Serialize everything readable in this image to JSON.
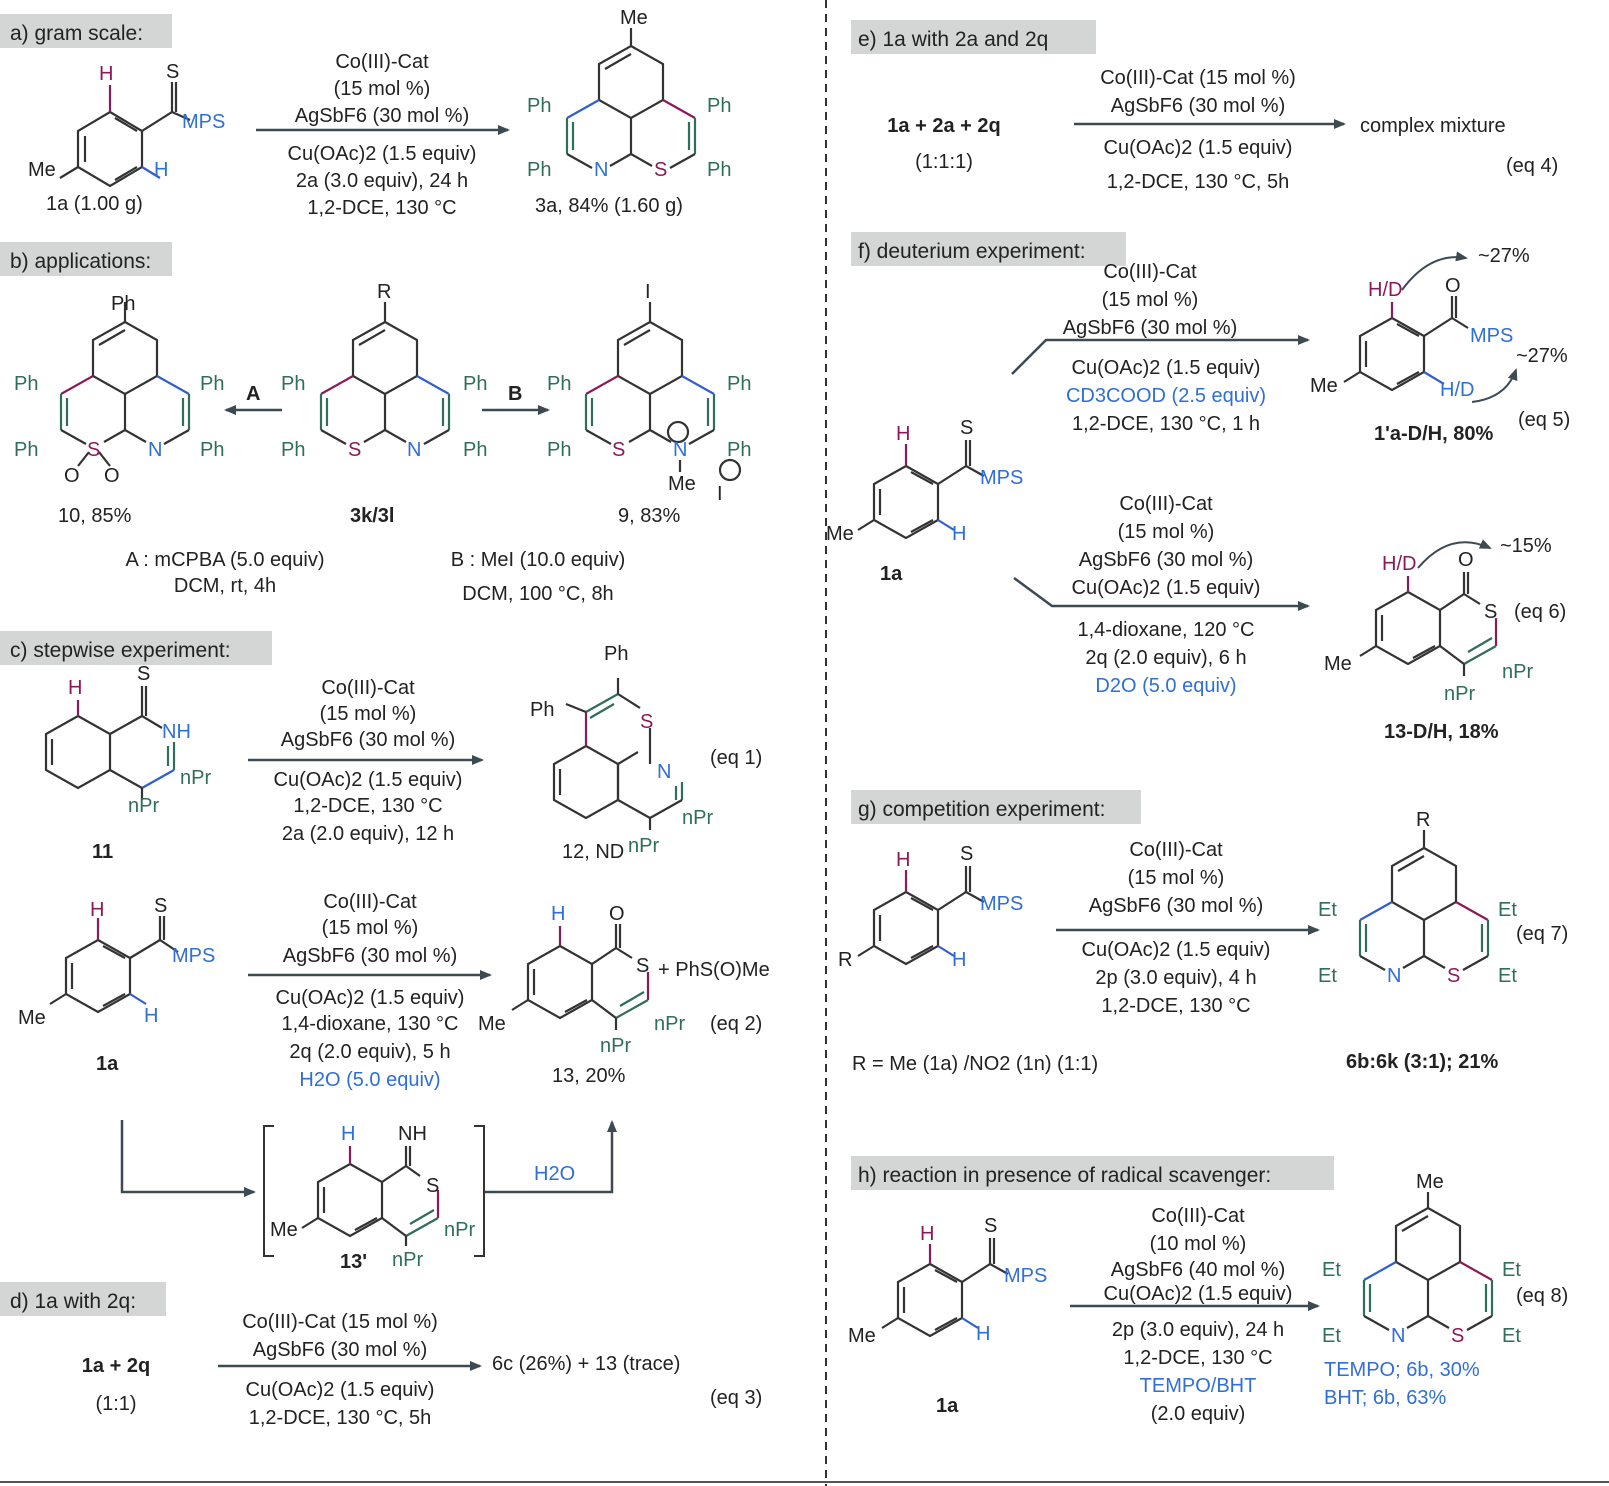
{
  "colors": {
    "bond": "#333333",
    "magenta": "#8b1a5a",
    "blue": "#2f5fcf",
    "teal": "#2e6e5a",
    "banner": "#d3d6d4",
    "arrow": "#3c4a52"
  },
  "panels": {
    "a": {
      "title": "a) gram scale:",
      "cond": [
        "Co(III)-Cat",
        "(15 mol %)",
        "AgSbF6 (30 mol %)",
        "Cu(OAc)2 (1.5 equiv)",
        "2a (3.0 equiv), 24 h",
        "1,2-DCE, 130 °C"
      ],
      "sm_label": "1a (1.00 g)",
      "product_label": "3a, 84% (1.60 g)"
    },
    "b": {
      "title": "b) applications:",
      "center_label": "3k/3l",
      "left_label": "10, 85%",
      "right_label": "9, 83%",
      "arrow_a": "A",
      "arrow_b": "B",
      "cond_a": [
        "A : mCPBA (5.0 equiv)",
        "DCM, rt, 4h"
      ],
      "cond_b": [
        "B : MeI (10.0 equiv)",
        "DCM, 100 °C, 8h"
      ]
    },
    "c": {
      "title": "c) stepwise experiment:",
      "cond1": [
        "Co(III)-Cat",
        "(15 mol %)",
        "AgSbF6 (30 mol %)",
        "Cu(OAc)2 (1.5 equiv)",
        "1,2-DCE, 130 °C",
        "2a (2.0 equiv), 12 h"
      ],
      "sm1": "11",
      "prod1": "12, ND",
      "eq1": "(eq 1)",
      "cond2": [
        "Co(III)-Cat",
        "(15 mol %)",
        "AgSbF6 (30 mol %)",
        "Cu(OAc)2 (1.5 equiv)",
        "1,4-dioxane, 130 °C",
        "2q (2.0 equiv), 5 h",
        "H2O (5.0 equiv)"
      ],
      "sm2": "1a",
      "prod2": "13, 20%",
      "byproduct": "+ PhS(O)Me",
      "eq2": "(eq 2)",
      "intermediate": "13'",
      "water": "H2O"
    },
    "d": {
      "title": "d) 1a with 2q:",
      "reactants": "1a + 2q",
      "ratio": "(1:1)",
      "cond": [
        "Co(III)-Cat (15 mol %)",
        "AgSbF6 (30 mol %)",
        "Cu(OAc)2 (1.5 equiv)",
        "1,2-DCE, 130 °C, 5h"
      ],
      "result": "6c (26%) + 13 (trace)",
      "eq": "(eq 3)"
    },
    "e": {
      "title": "e) 1a with 2a and 2q",
      "reactants": "1a + 2a + 2q",
      "ratio": "(1:1:1)",
      "cond": [
        "Co(III)-Cat (15 mol %)",
        "AgSbF6 (30 mol %)",
        "Cu(OAc)2 (1.5 equiv)",
        "1,2-DCE, 130 °C, 5h"
      ],
      "result": "complex mixture",
      "eq": "(eq 4)"
    },
    "f": {
      "title": "f) deuterium experiment:",
      "sm": "1a",
      "cond5": [
        "Co(III)-Cat",
        "(15 mol %)",
        "AgSbF6 (30 mol %)",
        "Cu(OAc)2 (1.5 equiv)",
        "CD3COOD (2.5 equiv)",
        "1,2-DCE, 130 °C, 1 h"
      ],
      "prod5": "1'a-D/H, 80%",
      "pct5a": "~27%",
      "pct5b": "~27%",
      "eq5": "(eq 5)",
      "cond6": [
        "Co(III)-Cat",
        "(15 mol %)",
        "AgSbF6 (30 mol %)",
        "Cu(OAc)2 (1.5 equiv)",
        "1,4-dioxane, 120 °C",
        "2q (2.0 equiv), 6 h",
        "D2O (5.0 equiv)"
      ],
      "prod6": "13-D/H, 18%",
      "pct6": "~15%",
      "eq6": "(eq 6)"
    },
    "g": {
      "title": "g) competition experiment:",
      "cond": [
        "Co(III)-Cat",
        "(15 mol %)",
        "AgSbF6 (30 mol %)",
        "Cu(OAc)2 (1.5 equiv)",
        "2p (3.0 equiv), 4 h",
        "1,2-DCE, 130 °C"
      ],
      "r_def": "R = Me (1a) /NO2 (1n) (1:1)",
      "prod": "6b:6k (3:1); 21%",
      "eq": "(eq 7)"
    },
    "h": {
      "title": "h) reaction in presence of radical scavenger:",
      "sm": "1a",
      "cond": [
        "Co(III)-Cat",
        "(10 mol %)",
        "AgSbF6 (40 mol %)",
        "Cu(OAc)2 (1.5 equiv)",
        "2p (3.0 equiv), 24 h",
        "1,2-DCE, 130 °C",
        "TEMPO/BHT",
        "(2.0 equiv)"
      ],
      "res1": "TEMPO; 6b, 30%",
      "res2": "BHT; 6b, 63%",
      "eq": "(eq 8)"
    }
  },
  "atoms": {
    "H": "H",
    "S": "S",
    "N": "N",
    "O": "O",
    "NH": "NH",
    "MPS": "MPS",
    "Me": "Me",
    "Ph": "Ph",
    "Et": "Et",
    "R": "R",
    "I": "I",
    "nPr": "nPr",
    "HD": "H/D"
  }
}
